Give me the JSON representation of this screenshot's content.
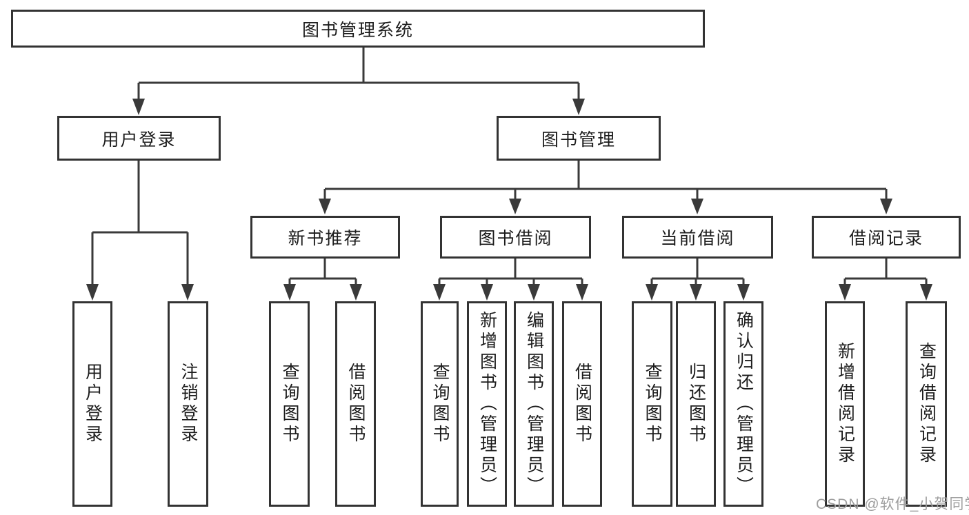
{
  "nodes": {
    "root": "图书管理系统",
    "level2": {
      "user_login": "用户登录",
      "book_mgmt": "图书管理"
    },
    "level3": {
      "new_book_rec": "新书推荐",
      "book_borrow": "图书借阅",
      "current_borrow": "当前借阅",
      "borrow_record": "借阅记录"
    },
    "leaves": {
      "user_login_leaf": "用户登录",
      "logout": "注销登录",
      "rec_query": "查询图书",
      "rec_borrow": "借阅图书",
      "bb_query": "查询图书",
      "bb_add": "新增图书（管理员）",
      "bb_edit": "编辑图书（管理员）",
      "bb_borrow": "借阅图书",
      "cb_query": "查询图书",
      "cb_return": "归还图书",
      "cb_confirm": "确认归还（管理员）",
      "br_add": "新增借阅记录",
      "br_query": "查询借阅记录"
    }
  },
  "watermark": {
    "text": "CSDN @软件_小贺同学",
    "color": "#9e9e9e"
  },
  "colors": {
    "line": "#3a3a3a",
    "box_border": "#333333",
    "text": "#1c1c1c",
    "background": "#ffffff"
  }
}
